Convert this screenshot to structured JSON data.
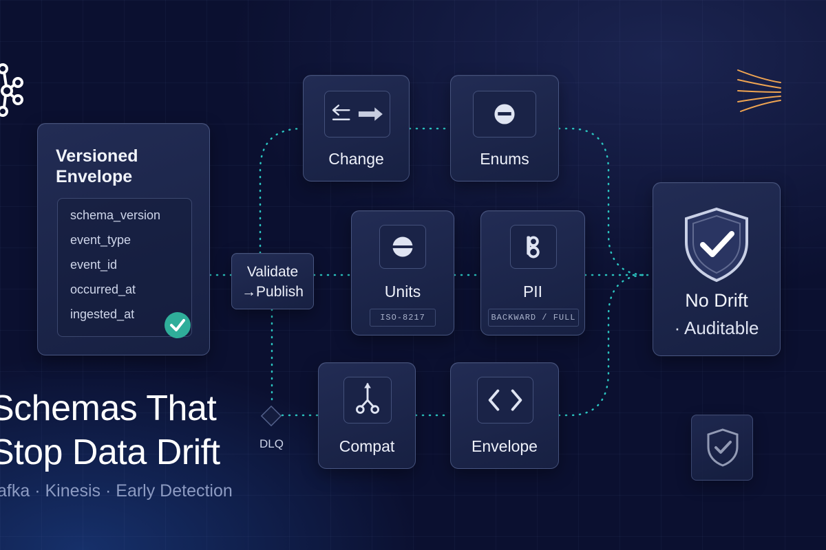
{
  "envelope": {
    "title": "Versioned\nEnvelope",
    "fields": [
      "schema_version",
      "event_type",
      "event_id",
      "occurred_at",
      "ingested_at"
    ]
  },
  "validate": {
    "label": "Validate\n→Publish"
  },
  "tiles": {
    "change": {
      "label": "Change",
      "icon": "arrows-icon"
    },
    "enums": {
      "label": "Enums",
      "icon": "enum-circle-icon"
    },
    "units": {
      "label": "Units",
      "badge": "ISO-8217",
      "icon": "units-icon"
    },
    "pii": {
      "label": "PII",
      "badge": "BACKWARD / FULL",
      "icon": "pii-icon"
    },
    "compat": {
      "label": "Compat",
      "icon": "branch-icon"
    },
    "envelope": {
      "label": "Envelope",
      "icon": "code-brackets-icon"
    }
  },
  "dlq": {
    "label": "DLQ"
  },
  "result": {
    "line1": "No Drift",
    "line2": "· Auditable"
  },
  "headline": {
    "line1": "Schemas That",
    "line2": "Stop Data Drift"
  },
  "subline": "afka · Kinesis · Early Detection",
  "colors": {
    "background": "#0b1030",
    "card": "#1e2750",
    "dotted_link": "#2bc4c0",
    "check_badge": "#2fae9a",
    "accent_orange": "#f0a552",
    "text": "#e8ecf6"
  }
}
